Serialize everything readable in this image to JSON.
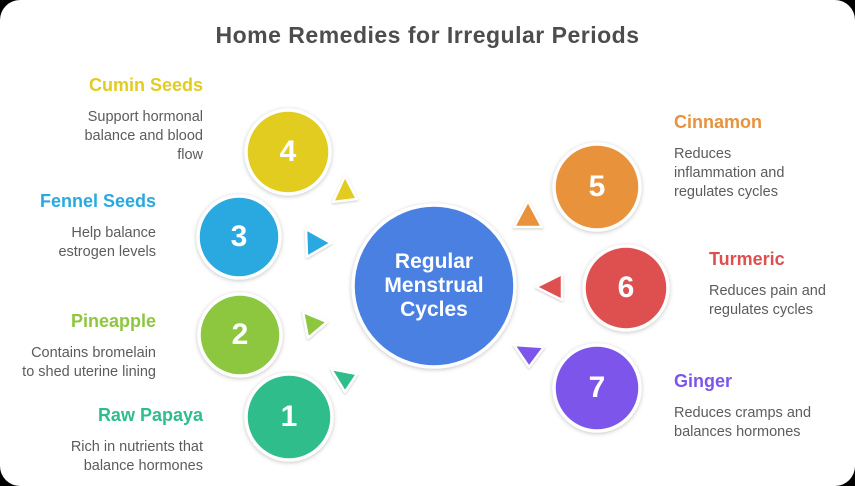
{
  "title": "Home Remedies for Irregular Periods",
  "center": {
    "label": "Regular\nMenstrual\nCycles",
    "color": "#4A80E2"
  },
  "remedies": [
    {
      "number": "1",
      "name": "Raw Papaya",
      "description": "Rich in nutrients that\nbalance hormones",
      "color": "#2FBD8B",
      "side": "left"
    },
    {
      "number": "2",
      "name": "Pineapple",
      "description": "Contains bromelain\nto shed uterine lining",
      "color": "#8DC63F",
      "side": "left"
    },
    {
      "number": "3",
      "name": "Fennel Seeds",
      "description": "Help balance\nestrogen levels",
      "color": "#29A9E0",
      "side": "left"
    },
    {
      "number": "4",
      "name": "Cumin Seeds",
      "description": "Support hormonal\nbalance and blood\nflow",
      "color": "#E2CC1F",
      "side": "left"
    },
    {
      "number": "5",
      "name": "Cinnamon",
      "description": "Reduces\ninflammation and\nregulates cycles",
      "color": "#E8923C",
      "side": "right"
    },
    {
      "number": "6",
      "name": "Turmeric",
      "description": "Reduces pain and\nregulates cycles",
      "color": "#DE5050",
      "side": "right"
    },
    {
      "number": "7",
      "name": "Ginger",
      "description": "Reduces cramps and\nbalances hormones",
      "color": "#7D55EB",
      "side": "right"
    }
  ],
  "colors": {
    "heading": "#4D4D4D",
    "description": "#5C5C5C",
    "card_background": "#FFFFFF",
    "outer_background": "#000000",
    "circle_number_text": "#FFFFFF",
    "circle_border": "#FFFFFF"
  }
}
